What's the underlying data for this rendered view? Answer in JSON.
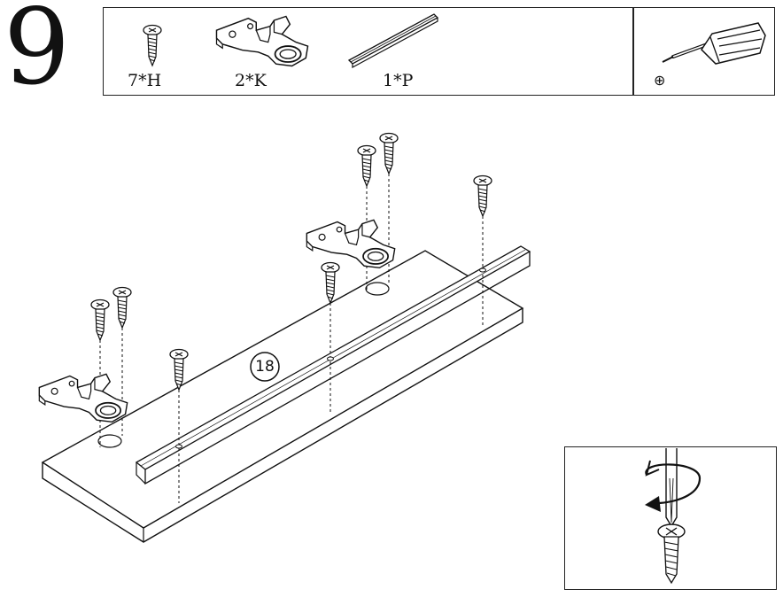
{
  "step": {
    "number": "9"
  },
  "parts": [
    {
      "id": "H",
      "label": "7*H",
      "icon": "screw-icon"
    },
    {
      "id": "K",
      "label": "2*K",
      "icon": "hinge-bracket-icon"
    },
    {
      "id": "P",
      "label": "1*P",
      "icon": "rail-icon"
    }
  ],
  "tool": {
    "icon": "phillips-screwdriver-icon",
    "symbol": "⊕"
  },
  "panel": {
    "label": "18"
  },
  "colors": {
    "ink": "#111111",
    "background": "#ffffff"
  }
}
